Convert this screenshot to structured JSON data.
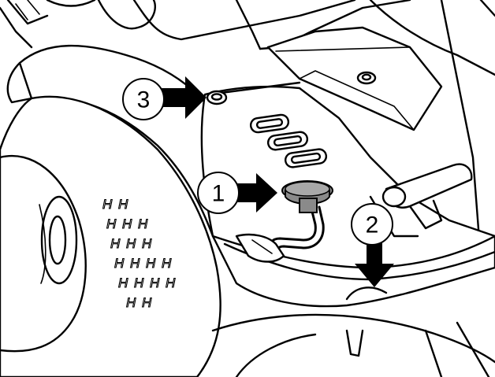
{
  "callouts": [
    {
      "id": "1",
      "label": "1",
      "part": "cap"
    },
    {
      "id": "2",
      "label": "2",
      "part": "floor-edge"
    },
    {
      "id": "3",
      "label": "3",
      "part": "screw"
    }
  ],
  "tread_glyph": "H",
  "colors": {
    "line": "#000000",
    "background": "#ffffff",
    "cap_fill": "#8a8a8a"
  }
}
